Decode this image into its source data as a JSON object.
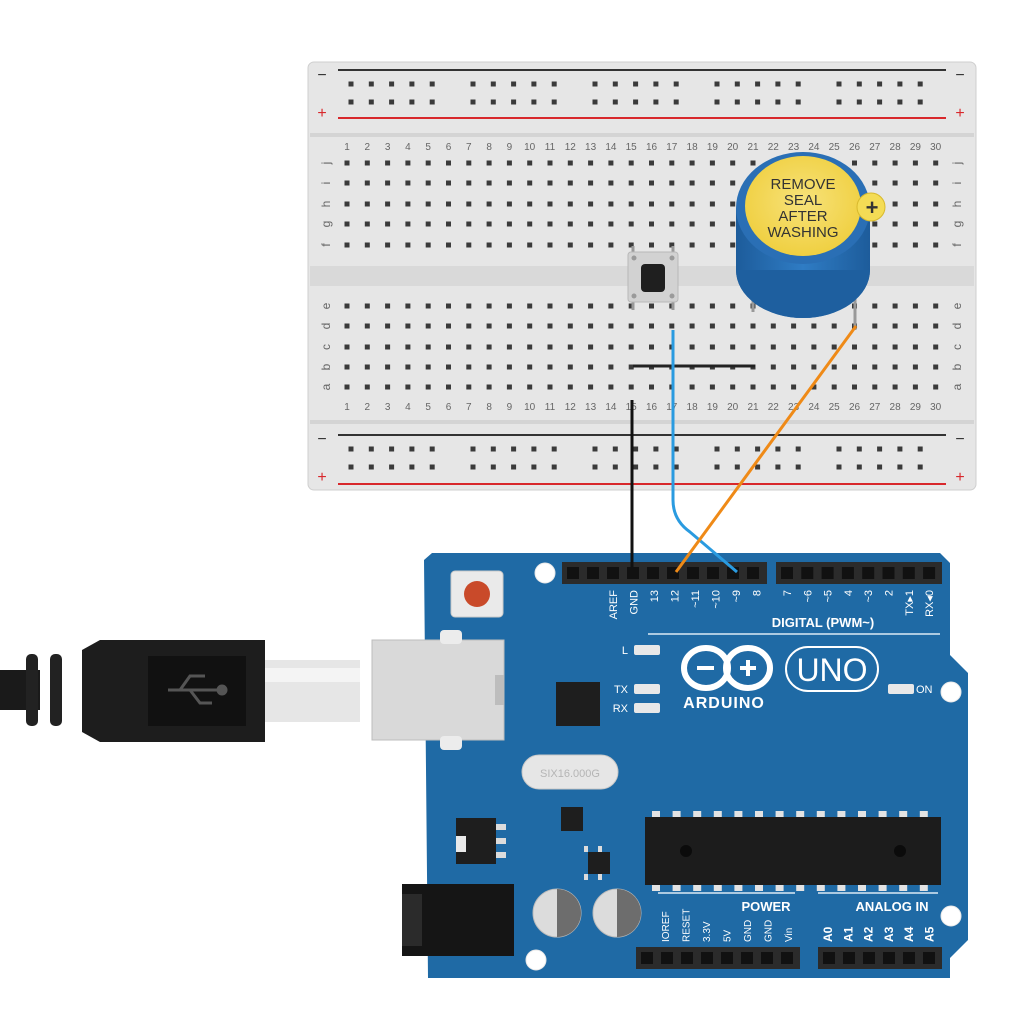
{
  "breadboard": {
    "columns": [
      "1",
      "2",
      "3",
      "4",
      "5",
      "6",
      "7",
      "8",
      "9",
      "10",
      "11",
      "12",
      "13",
      "14",
      "15",
      "16",
      "17",
      "18",
      "19",
      "20",
      "21",
      "22",
      "23",
      "24",
      "25",
      "26",
      "27",
      "28",
      "29",
      "30"
    ],
    "top_rows": [
      "j",
      "i",
      "h",
      "g",
      "f"
    ],
    "bottom_rows": [
      "e",
      "d",
      "c",
      "b",
      "a"
    ],
    "rail_minus": "−",
    "rail_plus": "+",
    "colors": {
      "body": "#e9e9e9",
      "minus_line": "#333333",
      "plus_line": "#d8282c",
      "hole": "#3a3a3a"
    }
  },
  "buzzer": {
    "label_lines": [
      "REMOVE",
      "SEAL",
      "AFTER",
      "WASHING"
    ],
    "polarity": "+",
    "colors": {
      "body": "#2a6fb5",
      "top": "#f4dc55"
    }
  },
  "pushbutton": {
    "colors": {
      "body": "#d5d5d5",
      "cap": "#222222"
    }
  },
  "wires": {
    "black": "#111111",
    "blue": "#2a9be0",
    "orange": "#ef8a17"
  },
  "arduino": {
    "board_color": "#1f6aa5",
    "brand": "ARDUINO",
    "model": "UNO",
    "header_top_left": [
      "AREF",
      "GND",
      "13",
      "12",
      "~11",
      "~10",
      "~9",
      "8"
    ],
    "header_top_right": [
      "7",
      "~6",
      "~5",
      "4",
      "~3",
      "2",
      "TX▸1",
      "RX◂0"
    ],
    "digital_label": "DIGITAL (PWM~)",
    "led_labels": {
      "l": "L",
      "tx": "TX",
      "rx": "RX",
      "on": "ON"
    },
    "crystal_label": "SIX16.000G",
    "power_label": "POWER",
    "power_pins": [
      "IOREF",
      "RESET",
      "3.3V",
      "5V",
      "GND",
      "GND",
      "Vin"
    ],
    "analog_label": "ANALOG IN",
    "analog_pins": [
      "A0",
      "A1",
      "A2",
      "A3",
      "A4",
      "A5"
    ]
  },
  "usb_cable": {
    "color": "#1a1a1a"
  }
}
